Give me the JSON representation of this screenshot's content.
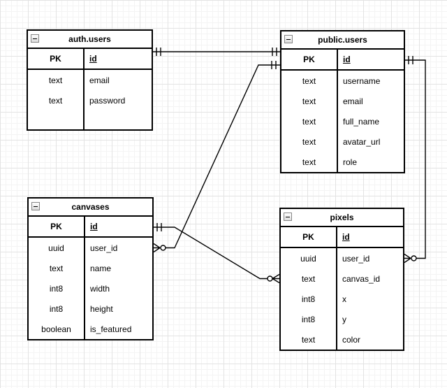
{
  "diagram": {
    "tables": [
      {
        "title": "auth.users",
        "pk": {
          "key": "PK",
          "field": "id"
        },
        "rows": [
          {
            "type": "text",
            "name": "email"
          },
          {
            "type": "text",
            "name": "password"
          }
        ]
      },
      {
        "title": "public.users",
        "pk": {
          "key": "PK",
          "field": "id"
        },
        "rows": [
          {
            "type": "text",
            "name": "username"
          },
          {
            "type": "text",
            "name": "email"
          },
          {
            "type": "text",
            "name": "full_name"
          },
          {
            "type": "text",
            "name": "avatar_url"
          },
          {
            "type": "text",
            "name": "role"
          }
        ]
      },
      {
        "title": "canvases",
        "pk": {
          "key": "PK",
          "field": "id"
        },
        "rows": [
          {
            "type": "uuid",
            "name": "user_id"
          },
          {
            "type": "text",
            "name": "name"
          },
          {
            "type": "int8",
            "name": "width"
          },
          {
            "type": "int8",
            "name": "height"
          },
          {
            "type": "boolean",
            "name": "is_featured"
          }
        ]
      },
      {
        "title": "pixels",
        "pk": {
          "key": "PK",
          "field": "id"
        },
        "rows": [
          {
            "type": "uuid",
            "name": "user_id"
          },
          {
            "type": "text",
            "name": "canvas_id"
          },
          {
            "type": "int8",
            "name": "x"
          },
          {
            "type": "int8",
            "name": "y"
          },
          {
            "type": "text",
            "name": "color"
          }
        ]
      }
    ],
    "relationships": [
      {
        "from": "auth.users.id",
        "to": "public.users.id",
        "from_cardinality": "one-and-only-one",
        "to_cardinality": "one-and-only-one"
      },
      {
        "from": "public.users.id",
        "to": "pixels.user_id",
        "from_cardinality": "one-and-only-one",
        "to_cardinality": "zero-or-many"
      },
      {
        "from": "canvases.id",
        "to": "pixels.canvas_id",
        "from_cardinality": "one-and-only-one",
        "to_cardinality": "zero-or-many"
      },
      {
        "from": "public.users.id",
        "to": "canvases.user_id",
        "from_cardinality": "one-and-only-one",
        "to_cardinality": "zero-or-many"
      }
    ],
    "icons": {
      "collapse": "minus-box"
    },
    "colors": {
      "table_border": "#000000",
      "text": "#000000",
      "background": "#ffffff",
      "grid_minor": "#f4f4f4",
      "grid_major": "#e3e3e3"
    }
  }
}
